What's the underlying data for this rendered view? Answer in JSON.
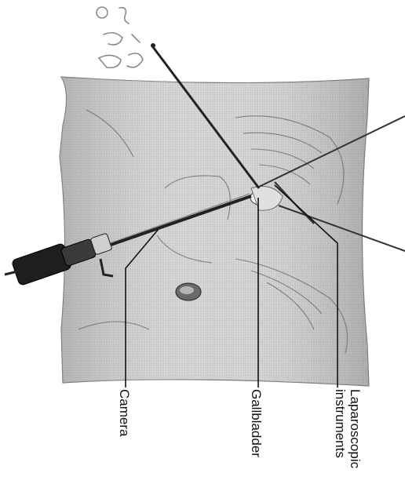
{
  "labels": {
    "camera": "Camera",
    "gallbladder": "Gallbladder",
    "instruments_line1": "Laparoscopic",
    "instruments_line2": "instruments"
  },
  "annotation": "handwritten marks, top",
  "colors": {
    "ink": "#111111",
    "skin_light": "#d9d9d9",
    "skin_dark": "#8a8a8a"
  }
}
